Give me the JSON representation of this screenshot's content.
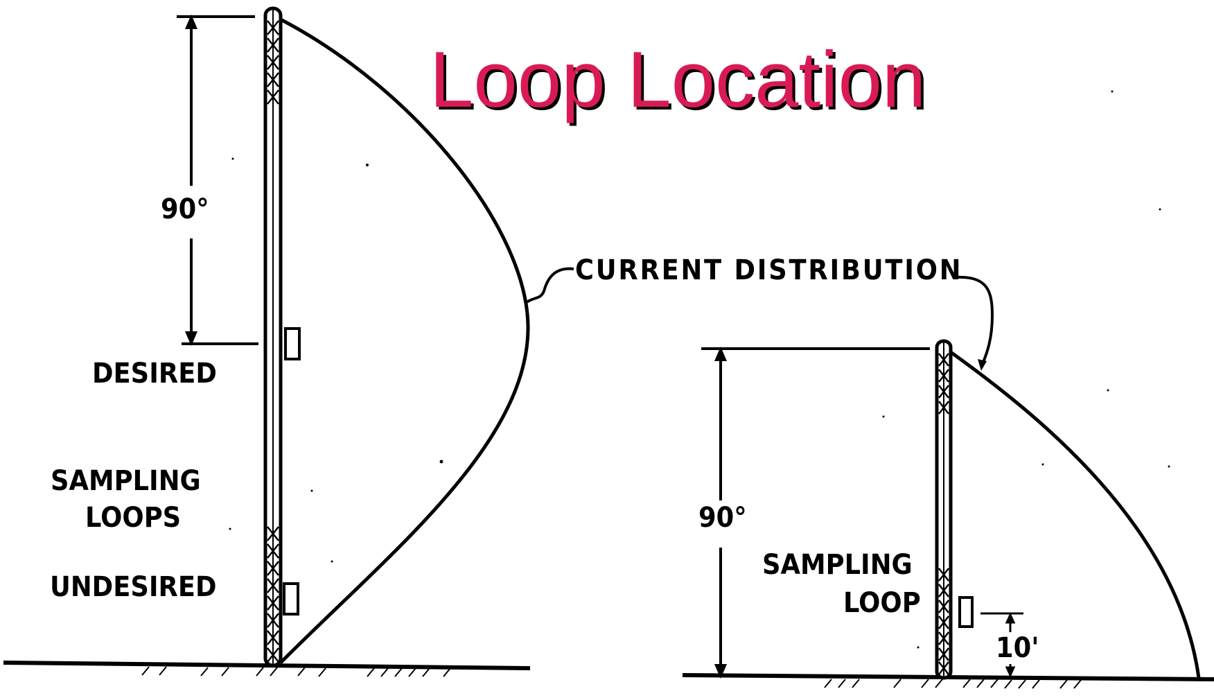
{
  "title": "Loop Location",
  "colors": {
    "title": "#d81b55",
    "title_shadow": "#000000",
    "ink": "#000000"
  },
  "labels": {
    "left_angle": "90°",
    "desired": "DESIRED",
    "sampling_loops": [
      "SAMPLING",
      "LOOPS"
    ],
    "undesired": "UNDESIRED",
    "current_distribution": "CURRENT DISTRIBUTION",
    "right_angle": "90°",
    "sampling_loop": [
      "SAMPLING",
      "LOOP"
    ],
    "height": "10'"
  }
}
